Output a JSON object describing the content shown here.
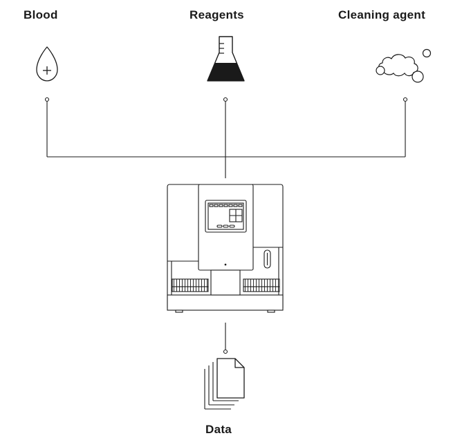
{
  "inputs": {
    "blood": {
      "label": "Blood",
      "icon": "blood-drop-icon"
    },
    "reagents": {
      "label": "Reagents",
      "icon": "flask-icon"
    },
    "cleaning": {
      "label": "Cleaning agent",
      "icon": "bubbles-icon"
    }
  },
  "analyzer": {
    "icon": "analyzer-instrument-icon"
  },
  "output": {
    "label": "Data",
    "icon": "documents-icon"
  },
  "colors": {
    "stroke": "#1a1a1a",
    "fill": "#1a1a1a",
    "background": "#ffffff"
  }
}
